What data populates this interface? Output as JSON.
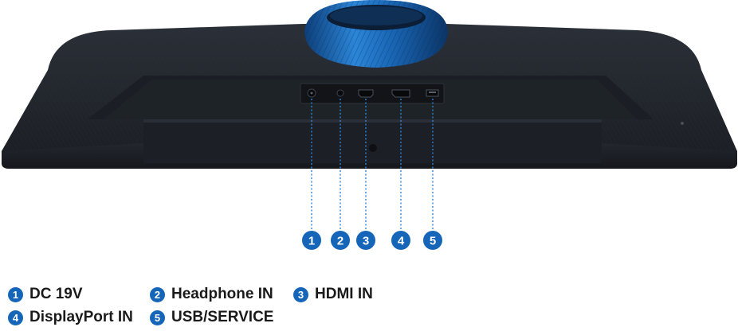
{
  "colors": {
    "accent": "#1565b8",
    "monitor_body": "#1f232a",
    "stand_ring": "#1e6fc4",
    "background": "#ffffff"
  },
  "ports": [
    {
      "number": "1",
      "label": "DC 19V",
      "icon": "dc-power-port-icon"
    },
    {
      "number": "2",
      "label": "Headphone IN",
      "icon": "headphone-jack-icon"
    },
    {
      "number": "3",
      "label": "HDMI IN",
      "icon": "hdmi-port-icon"
    },
    {
      "number": "4",
      "label": "DisplayPort IN",
      "icon": "displayport-port-icon"
    },
    {
      "number": "5",
      "label": "USB/SERVICE",
      "icon": "usb-port-icon"
    }
  ]
}
